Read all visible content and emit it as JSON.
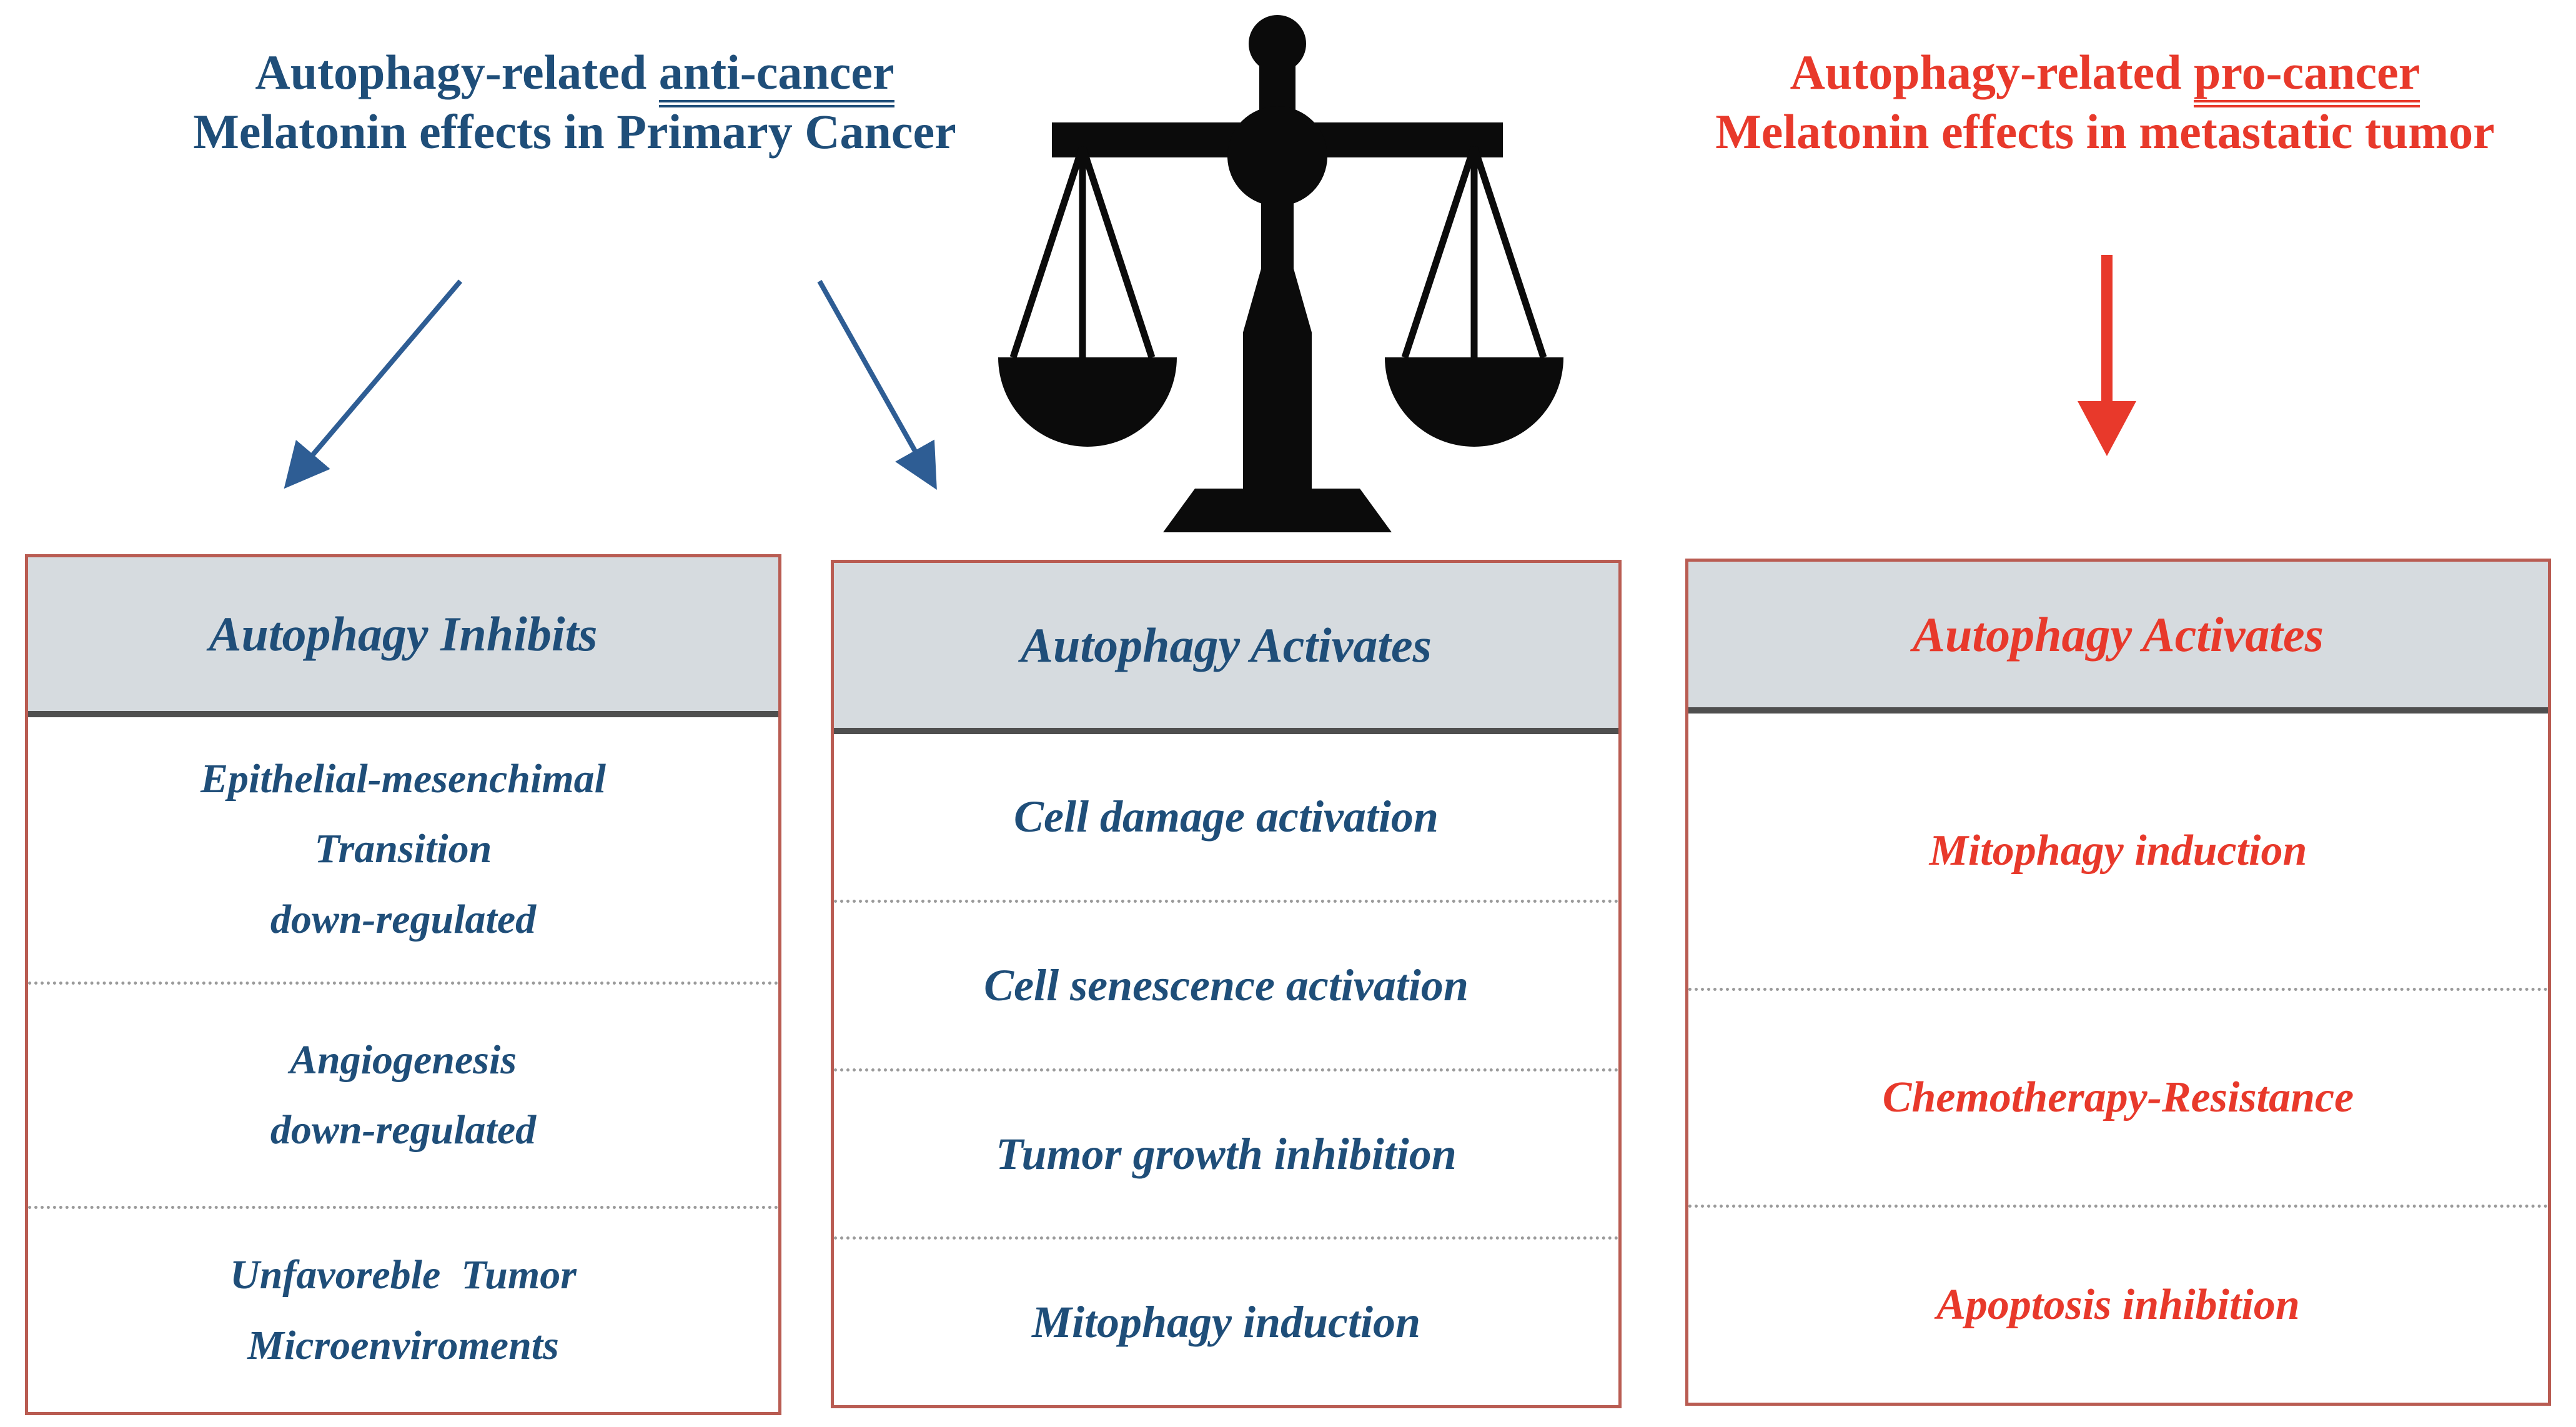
{
  "figure": {
    "headers": {
      "left": {
        "prefix": "Autophagy-related ",
        "underlined": "anti-cancer",
        "line2": "Melatonin effects in Primary Cancer"
      },
      "right": {
        "prefix": "Autophagy-related ",
        "underlined": "pro-cancer",
        "line2": "Melatonin effects in metastatic tumor"
      }
    },
    "columns": [
      {
        "header": "Autophagy Inhibits",
        "accent": "#1f4e79",
        "rows": [
          "Epithelial-mesenchimal\nTransition\ndown-regulated",
          "Angiogenesis\ndown-regulated",
          "Unfavoreble  Tumor\nMicroenviroments"
        ]
      },
      {
        "header": "Autophagy Activates",
        "accent": "#1f4e79",
        "rows": [
          "Cell damage activation",
          "Cell senescence activation",
          "Tumor growth inhibition",
          "Mitophagy induction"
        ]
      },
      {
        "header": "Autophagy Activates",
        "accent": "#e8392b",
        "rows": [
          "Mitophagy induction",
          "Chemotherapy-Resistance",
          "Apoptosis inhibition"
        ]
      }
    ],
    "icons": {
      "balance_scale": "balance-scale-icon",
      "left_blue_arrow": "down-left-arrow-icon",
      "right_blue_arrow": "down-right-arrow-icon",
      "red_arrow": "down-arrow-icon"
    },
    "colors": {
      "blue_text": "#1f4e79",
      "red_text": "#e8392b",
      "panel_border": "#b95c52",
      "panel_header_bg": "#d6dbdf",
      "header_divider": "#4f4f4f",
      "dotted_divider": "#9a9a9a",
      "arrow_blue": "#2e5d94",
      "scale_black": "#0b0b0b"
    }
  }
}
